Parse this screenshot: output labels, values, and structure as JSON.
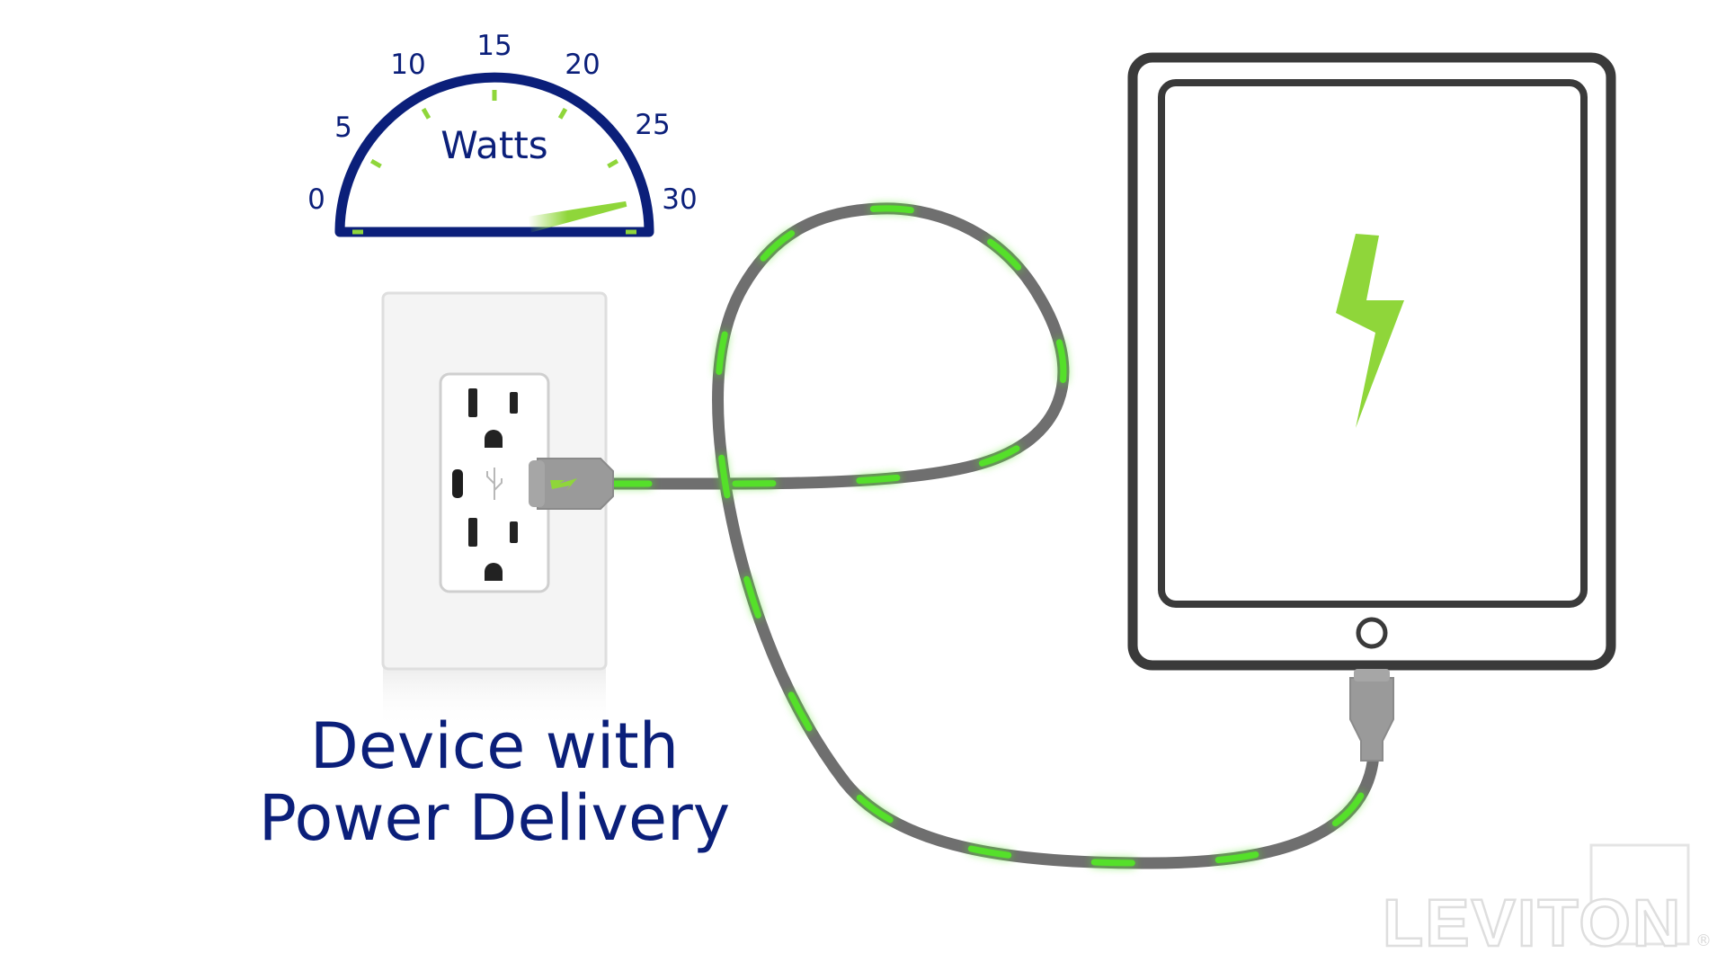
{
  "gauge": {
    "title": "Watts",
    "ticks": [
      "0",
      "5",
      "10",
      "15",
      "20",
      "25",
      "30"
    ],
    "min": 0,
    "max": 30,
    "needle_value": 28,
    "frame_color": "#0b1f7a",
    "accent_color": "#8fd63a"
  },
  "caption": {
    "line1": "Device with",
    "line2": "Power Delivery"
  },
  "outlet": {
    "plug_icon": "lightning-bolt-icon",
    "usb_symbol": "usb-icon"
  },
  "tablet": {
    "screen_icon": "lightning-bolt-icon",
    "frame_color": "#3a3a3a",
    "bolt_color": "#8fd63a"
  },
  "cable": {
    "color": "#6f6f6f",
    "glow_color": "#55e02a"
  },
  "brand": {
    "name": "LEVITON",
    "registered_mark": "®"
  }
}
